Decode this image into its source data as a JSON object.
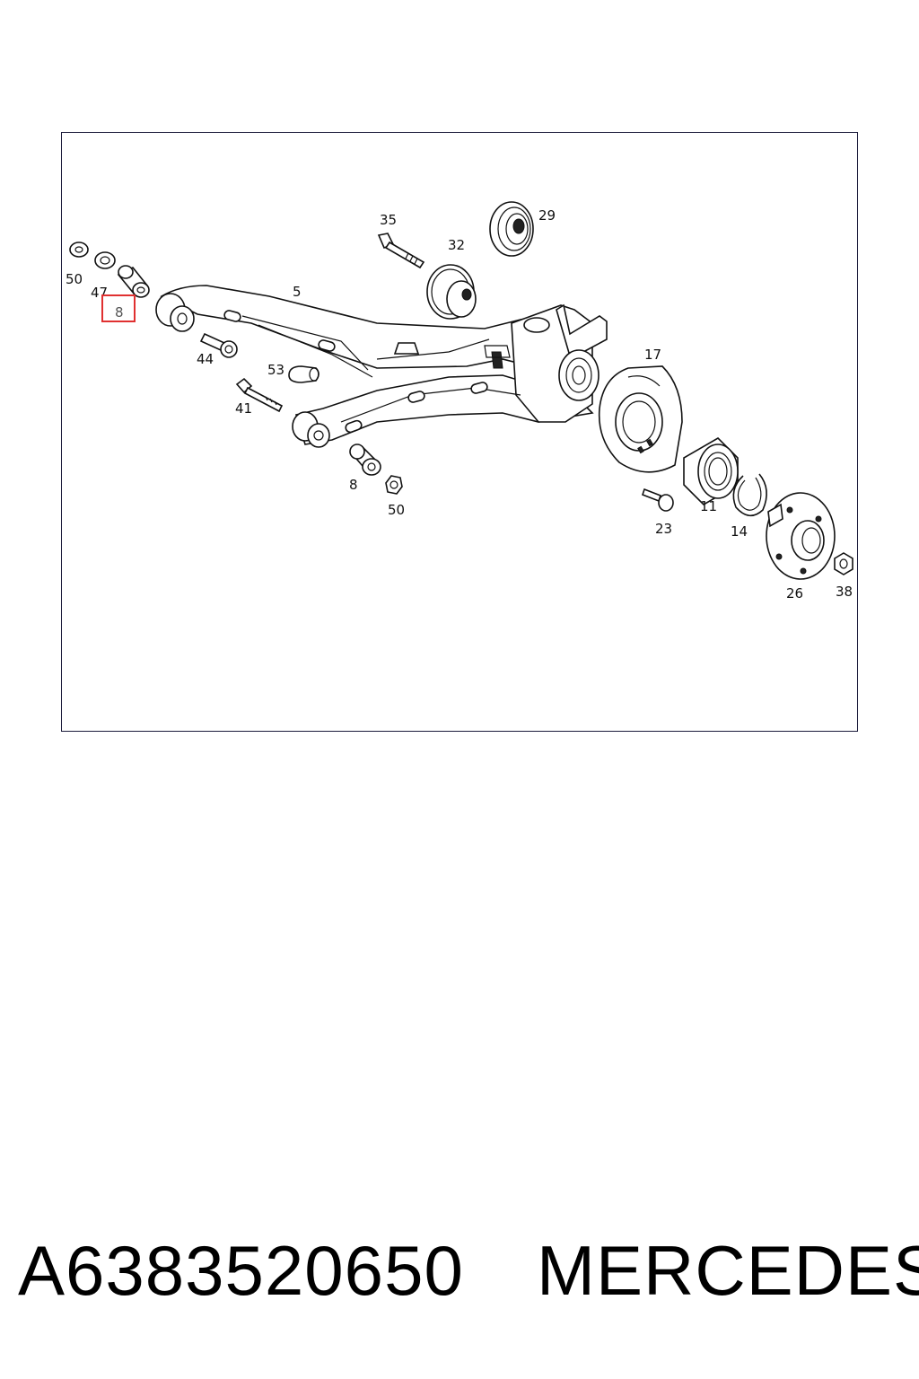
{
  "diagram": {
    "labels": {
      "l50a": "50",
      "l47": "47",
      "l8a": "8",
      "l44": "44",
      "l5": "5",
      "l35": "35",
      "l32": "32",
      "l29": "29",
      "l53": "53",
      "l41": "41",
      "l8b": "8",
      "l50b": "50",
      "l17": "17",
      "l23": "23",
      "l11": "11",
      "l14": "14",
      "l26": "26",
      "l38": "38"
    },
    "highlight_color": "#e03030"
  },
  "footer": {
    "part_number": "A6383520650",
    "brand": "MERCEDES"
  }
}
